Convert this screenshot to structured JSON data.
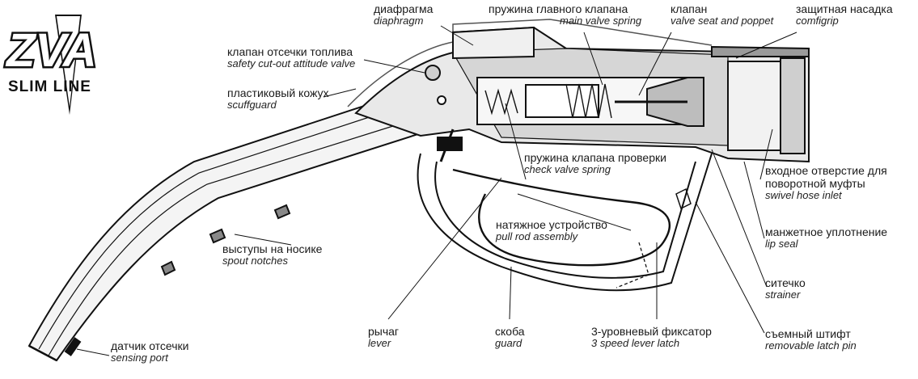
{
  "logo": {
    "brand": "ZVA",
    "line": "SLIM LINE"
  },
  "labels": {
    "diaphragm": {
      "ru": "диафрагма",
      "en": "diaphragm"
    },
    "main_spring": {
      "ru": "пружина главного клапана",
      "en": "main valve spring"
    },
    "valve": {
      "ru": "клапан",
      "en": "valve seat and poppet"
    },
    "comfigrip": {
      "ru": "защитная насадка",
      "en": "comfigrip"
    },
    "cutoff": {
      "ru": "клапан отсечки топлива",
      "en": "safety cut-out attitude valve"
    },
    "scuffguard": {
      "ru": "пластиковый кожух",
      "en": "scuffguard"
    },
    "check_spring": {
      "ru": "пружина клапана проверки",
      "en": "check valve spring"
    },
    "swivel": {
      "ru1": "входное отверстие для",
      "ru2": "поворотной муфты",
      "en": "swivel hose inlet"
    },
    "pullrod": {
      "ru": "натяжное устройство",
      "en": "pull rod assembly"
    },
    "lipseal": {
      "ru": "манжетное уплотнение",
      "en": "lip seal"
    },
    "notches": {
      "ru": "выступы на носике",
      "en": "spout notches"
    },
    "strainer": {
      "ru": "ситечко",
      "en": "strainer"
    },
    "lever": {
      "ru": "рычаг",
      "en": "lever"
    },
    "guard": {
      "ru": "скоба",
      "en": "guard"
    },
    "latch": {
      "ru": "3-уровневый фиксатор",
      "en": "3 speed lever latch"
    },
    "latchpin": {
      "ru": "съемный штифт",
      "en": "removable latch pin"
    },
    "sensing": {
      "ru": "датчик отсечки",
      "en": "sensing port"
    }
  }
}
